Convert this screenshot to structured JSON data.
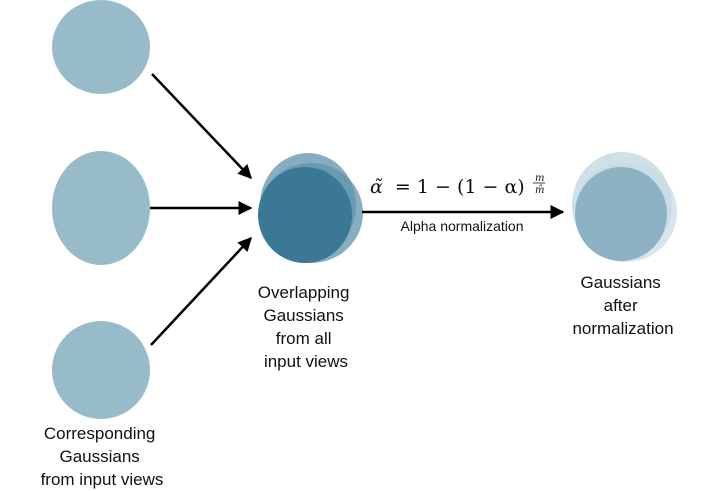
{
  "colors": {
    "input_gaussian": "#97bbc8",
    "overlap_back": "#5e93ab",
    "overlap_front": "#3a7895",
    "normalized_back": "#c7dbe4",
    "normalized_front": "#8cb2c3",
    "arrow": "#000000"
  },
  "labels": {
    "input": [
      "Corresponding",
      "Gaussians",
      "from input views"
    ],
    "overlap": [
      "Overlapping",
      "Gaussians",
      "from all",
      "input views"
    ],
    "normalized": [
      "Gaussians",
      "after",
      "normalization"
    ]
  },
  "formula": {
    "lhs": "α̃",
    "eq": "= 1 − (1 − α)",
    "exp_num": "m",
    "exp_den": "m̂"
  },
  "arrow_caption": "Alpha normalization"
}
